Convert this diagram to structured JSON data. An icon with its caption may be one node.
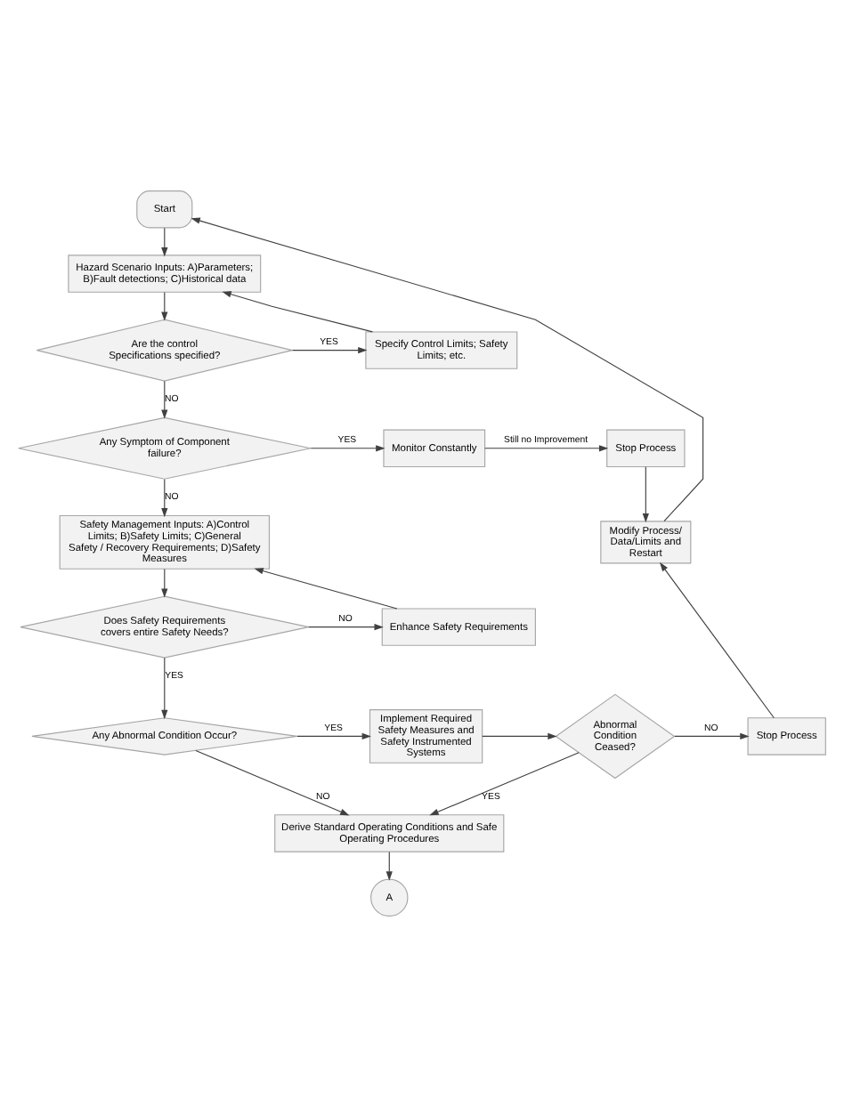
{
  "diagram": {
    "nodes": [
      {
        "text": [
          "Start"
        ]
      },
      {
        "text": [
          "Hazard Scenario Inputs: A)Parameters; B)Fault detections; C)Historical data"
        ]
      },
      {
        "text": [
          "Are the control Specifications specified?"
        ]
      },
      {
        "text": [
          "Specify Control Limits; Safety Limits; etc."
        ]
      },
      {
        "text": [
          "Any Symptom of Component failure?"
        ]
      },
      {
        "text": [
          "Monitor Constantly"
        ]
      },
      {
        "text": [
          "Stop Process"
        ]
      },
      {
        "text": [
          "Safety Management Inputs: A)Control Limits; B)Safety Limits; C)General Safety / Recovery Requirements; D)Safety Measures"
        ]
      },
      {
        "text": [
          "Does Safety Requirements covers entire Safety Needs?"
        ]
      },
      {
        "text": [
          "Enhance Safety Requirements"
        ]
      },
      {
        "text": [
          "Modify Process/ Data/Limits and Restart"
        ]
      },
      {
        "text": [
          "Any Abnormal Condition Occur?"
        ]
      },
      {
        "text": [
          "Implement Required Safety Measures and Safety Instrumented Systems"
        ]
      },
      {
        "text": [
          "Abnormal Condition Ceased?"
        ]
      },
      {
        "text": [
          "Stop Process"
        ]
      },
      {
        "text": [
          "Derive Standard Operating Conditions and Safe Operating Procedures"
        ]
      },
      {
        "text": [
          "A"
        ]
      }
    ],
    "edges": [
      {
        "from": 0,
        "to": 1,
        "arrow": "to"
      },
      {
        "from": 1,
        "to": 2,
        "arrow": "to"
      },
      {
        "from": 2,
        "to": 3,
        "arrow": "to",
        "label": "YES"
      },
      {
        "from": 3,
        "to": 1,
        "arrow": "to"
      },
      {
        "from": 2,
        "to": 4,
        "arrow": "to",
        "label": "NO"
      },
      {
        "from": 4,
        "to": 5,
        "arrow": "to",
        "label": "YES"
      },
      {
        "from": 5,
        "to": 6,
        "arrow": "to",
        "label": "Still no Improvement"
      },
      {
        "from": 6,
        "to": 10,
        "arrow": "to"
      },
      {
        "from": 10,
        "to": 0,
        "arrow": "to"
      },
      {
        "from": 4,
        "to": 7,
        "arrow": "to",
        "label": "NO"
      },
      {
        "from": 7,
        "to": 8,
        "arrow": "to"
      },
      {
        "from": 8,
        "to": 9,
        "arrow": "to",
        "label": "NO"
      },
      {
        "from": 9,
        "to": 7,
        "arrow": "to"
      },
      {
        "from": 8,
        "to": 11,
        "arrow": "to",
        "label": "YES"
      },
      {
        "from": 11,
        "to": 12,
        "arrow": "to",
        "label": "YES"
      },
      {
        "from": 11,
        "to": 15,
        "arrow": "to",
        "label": "NO"
      },
      {
        "from": 12,
        "to": 13,
        "arrow": "to"
      },
      {
        "from": 13,
        "to": 14,
        "arrow": "to",
        "label": "NO"
      },
      {
        "from": 14,
        "to": 10,
        "arrow": "to"
      },
      {
        "from": 13,
        "to": 15,
        "arrow": "to",
        "label": "YES"
      },
      {
        "from": 15,
        "to": 16,
        "arrow": "to"
      }
    ]
  }
}
